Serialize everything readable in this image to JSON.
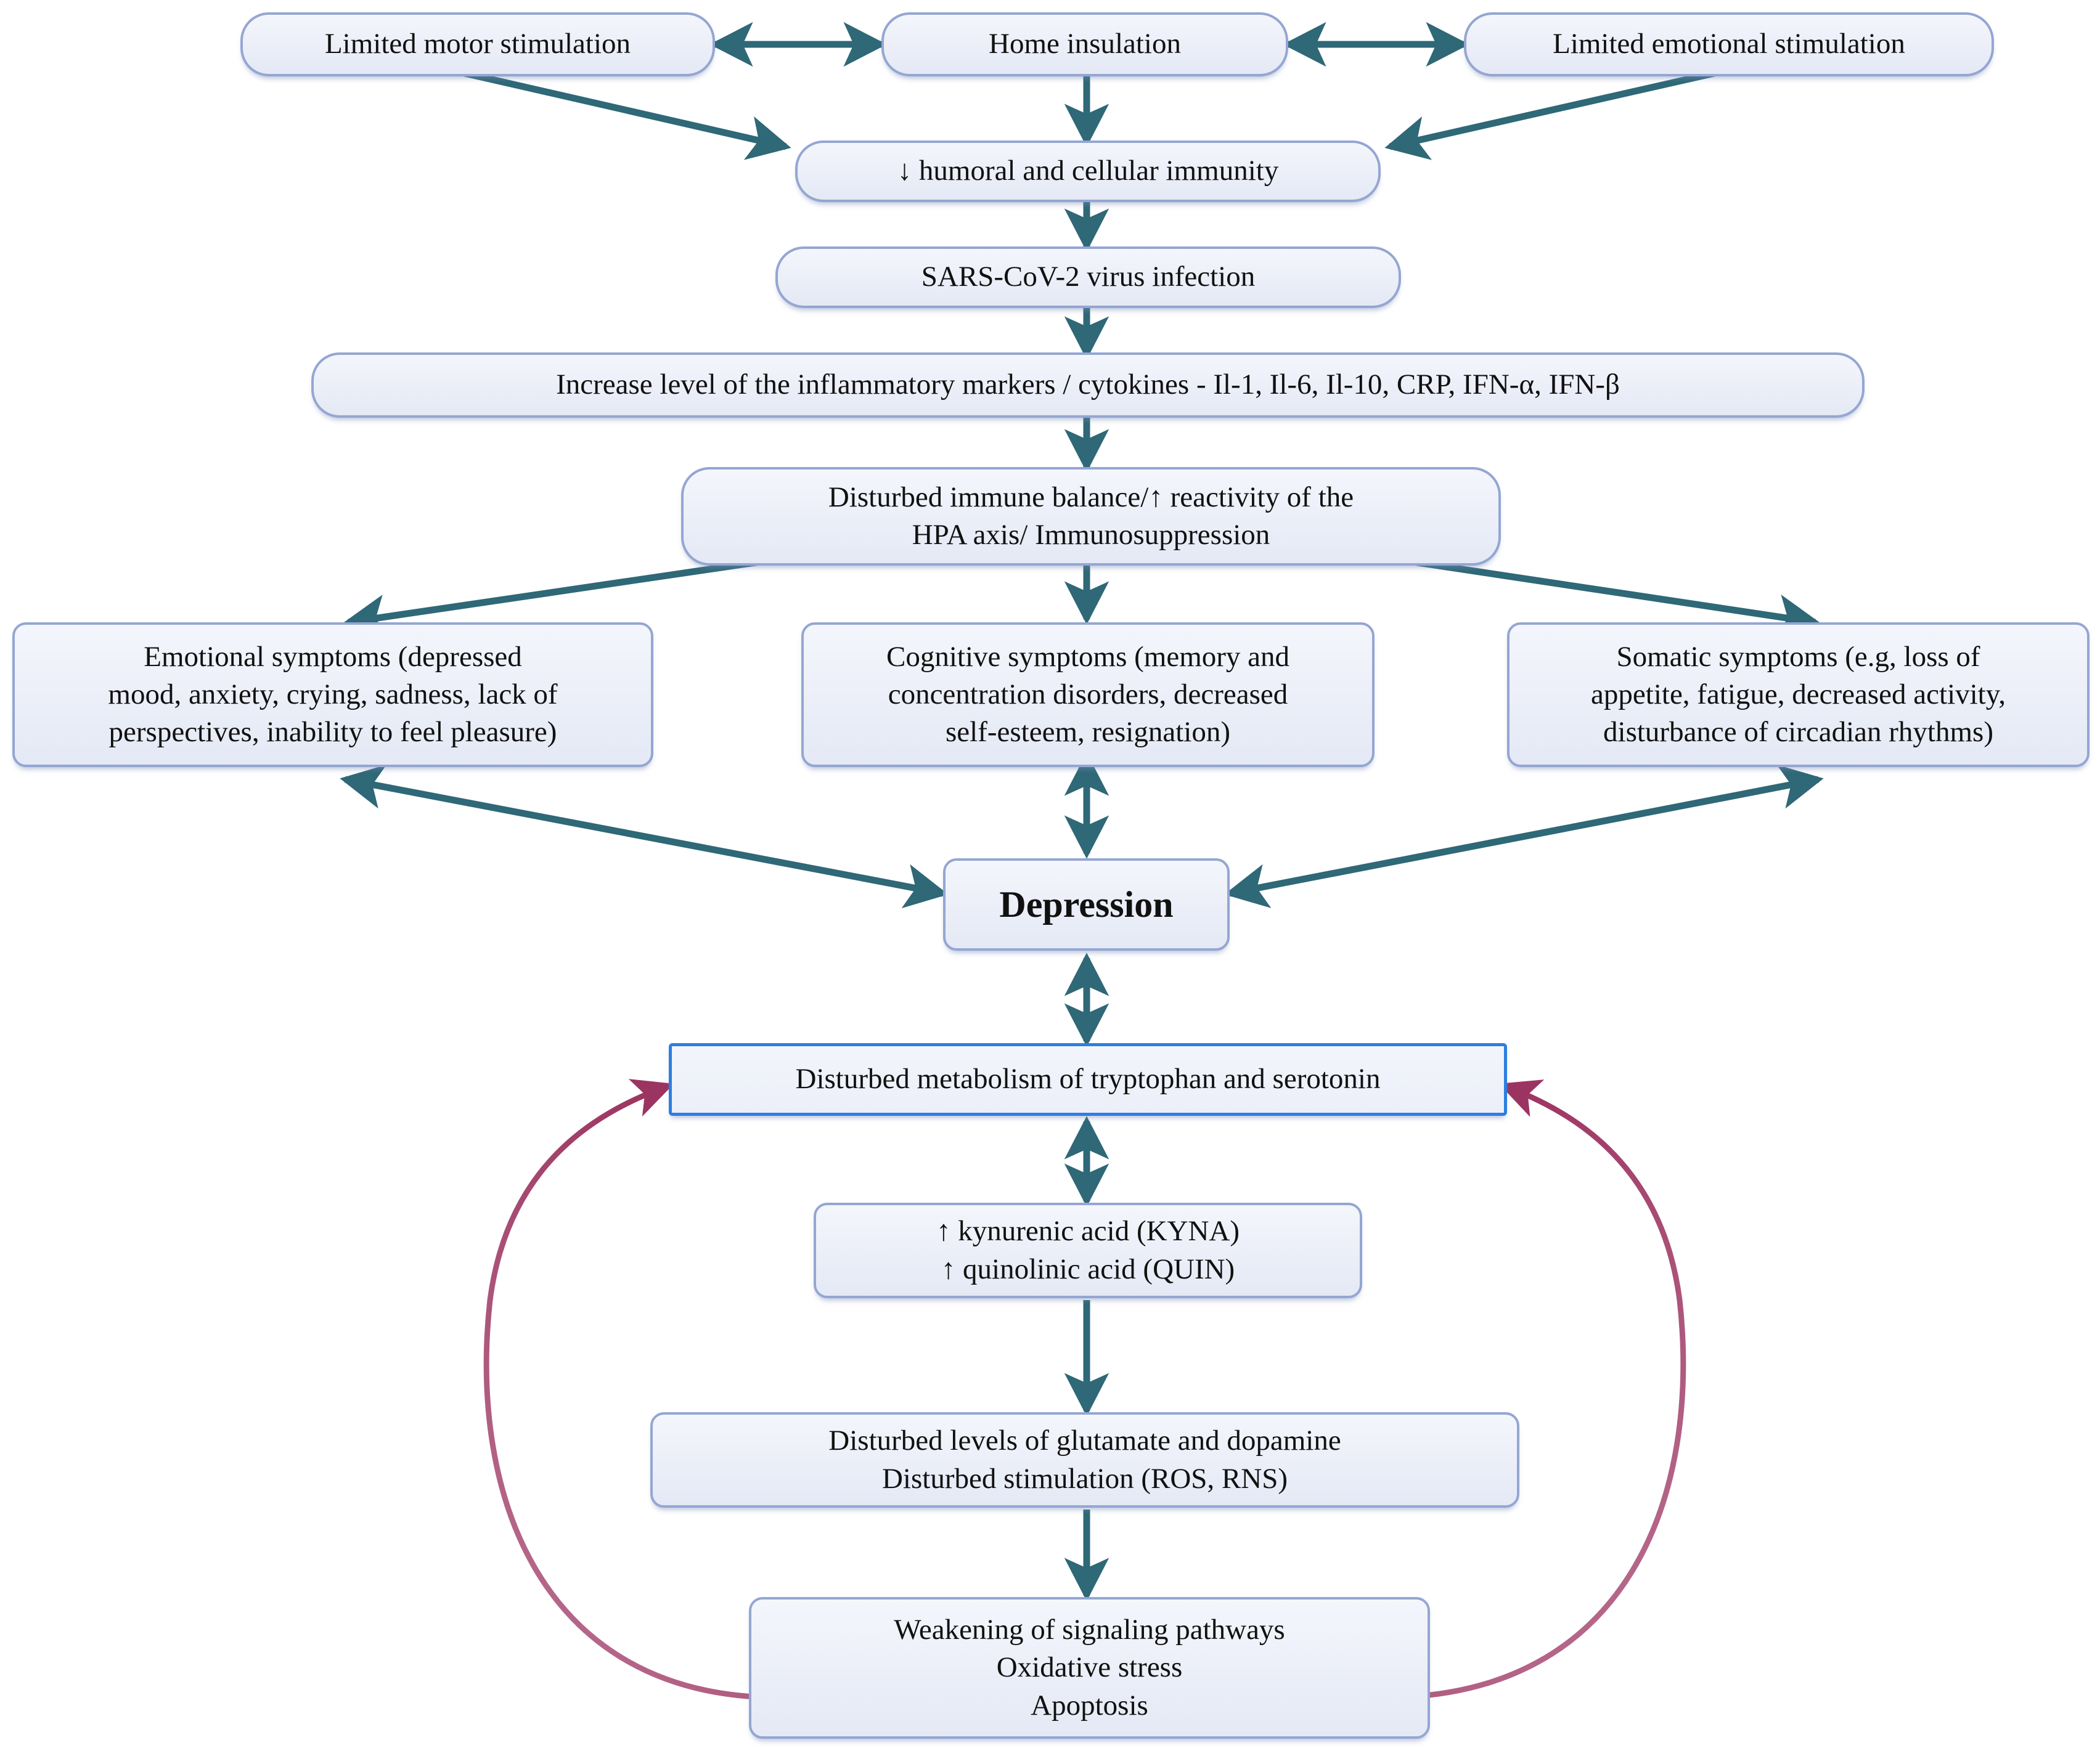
{
  "diagram": {
    "title": "Pathophysiological pathway linking home insulation and SARS-CoV-2 infection to depression",
    "accent_colors": {
      "node_border": "#94a6d2",
      "node_fill": "#eef1f9",
      "arrow_teal": "#2f6877",
      "arrow_maroon": "#9c3461",
      "highlight_border": "#2d7fe0"
    }
  },
  "nodes": {
    "limited_motor": "Limited motor stimulation",
    "home_insulation": "Home insulation",
    "limited_emotional": "Limited emotional stimulation",
    "immunity": "↓ humoral and cellular immunity",
    "sars": "SARS-CoV-2 virus infection",
    "inflammatory": "Increase level of the inflammatory markers / cytokines - Il-1, Il-6, Il-10, CRP, IFN-α, IFN-β",
    "hpa": "Disturbed immune balance/↑ reactivity of the\nHPA axis/ Immunosuppression",
    "emotional_symptoms": "Emotional symptoms (depressed\nmood, anxiety, crying, sadness, lack of\nperspectives, inability to feel pleasure)",
    "cognitive_symptoms": "Cognitive symptoms (memory and\nconcentration disorders, decreased\nself-esteem, resignation)",
    "somatic_symptoms": "Somatic symptoms (e.g, loss of\nappetite, fatigue, decreased activity,\ndisturbance of circadian rhythms)",
    "depression": "Depression",
    "tryptophan": "Disturbed metabolism of tryptophan and serotonin",
    "kyna": "↑ kynurenic acid (KYNA)\n↑ quinolinic acid (QUIN)",
    "glutamate": "Disturbed levels of glutamate and dopamine\nDisturbed stimulation (ROS, RNS)",
    "weakening": "Weakening of signaling pathways\nOxidative stress\nApoptosis"
  },
  "edges": [
    {
      "from": "limited_motor",
      "to": "home_insulation",
      "kind": "bidirectional",
      "color": "teal"
    },
    {
      "from": "home_insulation",
      "to": "limited_emotional",
      "kind": "bidirectional",
      "color": "teal"
    },
    {
      "from": "limited_motor",
      "to": "immunity",
      "kind": "directed",
      "color": "teal"
    },
    {
      "from": "home_insulation",
      "to": "immunity",
      "kind": "directed",
      "color": "teal"
    },
    {
      "from": "limited_emotional",
      "to": "immunity",
      "kind": "directed",
      "color": "teal"
    },
    {
      "from": "immunity",
      "to": "sars",
      "kind": "directed",
      "color": "teal"
    },
    {
      "from": "sars",
      "to": "inflammatory",
      "kind": "directed",
      "color": "teal"
    },
    {
      "from": "inflammatory",
      "to": "hpa",
      "kind": "directed",
      "color": "teal"
    },
    {
      "from": "hpa",
      "to": "emotional_symptoms",
      "kind": "directed",
      "color": "teal"
    },
    {
      "from": "hpa",
      "to": "cognitive_symptoms",
      "kind": "directed",
      "color": "teal"
    },
    {
      "from": "hpa",
      "to": "somatic_symptoms",
      "kind": "directed",
      "color": "teal"
    },
    {
      "from": "emotional_symptoms",
      "to": "depression",
      "kind": "bidirectional",
      "color": "teal"
    },
    {
      "from": "cognitive_symptoms",
      "to": "depression",
      "kind": "bidirectional",
      "color": "teal"
    },
    {
      "from": "somatic_symptoms",
      "to": "depression",
      "kind": "bidirectional",
      "color": "teal"
    },
    {
      "from": "depression",
      "to": "tryptophan",
      "kind": "bidirectional",
      "color": "teal"
    },
    {
      "from": "tryptophan",
      "to": "kyna",
      "kind": "bidirectional",
      "color": "teal"
    },
    {
      "from": "kyna",
      "to": "glutamate",
      "kind": "directed",
      "color": "teal"
    },
    {
      "from": "glutamate",
      "to": "weakening",
      "kind": "directed",
      "color": "teal"
    },
    {
      "from": "weakening",
      "to": "tryptophan",
      "kind": "feedback-left",
      "color": "maroon"
    },
    {
      "from": "weakening",
      "to": "tryptophan",
      "kind": "feedback-right",
      "color": "maroon"
    }
  ]
}
